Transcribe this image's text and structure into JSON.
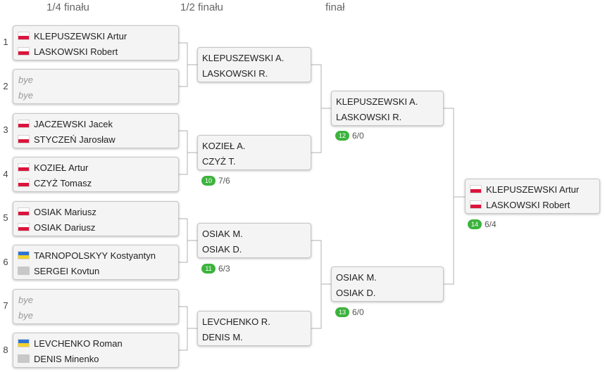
{
  "headers": {
    "quarter": "1/4 finału",
    "semi": "1/2 finału",
    "final": "finał"
  },
  "seeds": [
    "1",
    "2",
    "3",
    "4",
    "5",
    "6",
    "7",
    "8"
  ],
  "quarterfinals": [
    {
      "p1": {
        "name": "KLEPUSZEWSKI Artur",
        "flag": "pl"
      },
      "p2": {
        "name": "LASKOWSKI Robert",
        "flag": "pl"
      }
    },
    {
      "p1": {
        "name": "bye",
        "flag": ""
      },
      "p2": {
        "name": "bye",
        "flag": ""
      }
    },
    {
      "p1": {
        "name": "JACZEWSKI Jacek",
        "flag": "pl"
      },
      "p2": {
        "name": "STYCZEŃ Jarosław",
        "flag": "pl"
      }
    },
    {
      "p1": {
        "name": "KOZIEŁ Artur",
        "flag": "pl"
      },
      "p2": {
        "name": "CZYŻ Tomasz",
        "flag": "pl"
      }
    },
    {
      "p1": {
        "name": "OSIAK Mariusz",
        "flag": "pl"
      },
      "p2": {
        "name": "OSIAK Dariusz",
        "flag": "pl"
      }
    },
    {
      "p1": {
        "name": "TARNOPOLSKYY Kostyantyn",
        "flag": "ua"
      },
      "p2": {
        "name": "SERGEI Kovtun",
        "flag": "none"
      }
    },
    {
      "p1": {
        "name": "bye",
        "flag": ""
      },
      "p2": {
        "name": "bye",
        "flag": ""
      }
    },
    {
      "p1": {
        "name": "LEVCHENKO Roman",
        "flag": "ua"
      },
      "p2": {
        "name": "DENIS Minenko",
        "flag": "none"
      }
    }
  ],
  "semifinals": [
    {
      "p1": "KLEPUSZEWSKI A.",
      "p2": "LASKOWSKI R.",
      "match_no": "",
      "score": ""
    },
    {
      "p1": "KOZIEŁ A.",
      "p2": "CZYŻ T.",
      "match_no": "10",
      "score": "7/6"
    },
    {
      "p1": "OSIAK M.",
      "p2": "OSIAK D.",
      "match_no": "11",
      "score": "6/3"
    },
    {
      "p1": "LEVCHENKO R.",
      "p2": "DENIS M.",
      "match_no": "",
      "score": ""
    }
  ],
  "finals": [
    {
      "p1": "KLEPUSZEWSKI A.",
      "p2": "LASKOWSKI R.",
      "match_no": "12",
      "score": "6/0"
    },
    {
      "p1": "OSIAK M.",
      "p2": "OSIAK D.",
      "match_no": "13",
      "score": "6/0"
    }
  ],
  "champion": {
    "p1": {
      "name": "KLEPUSZEWSKI Artur",
      "flag": "pl"
    },
    "p2": {
      "name": "LASKOWSKI Robert",
      "flag": "pl"
    },
    "match_no": "14",
    "score": "6/4"
  },
  "colors": {
    "badge": "#3db33d",
    "box": "#f4f4f4",
    "line": "#b0b0b0"
  }
}
